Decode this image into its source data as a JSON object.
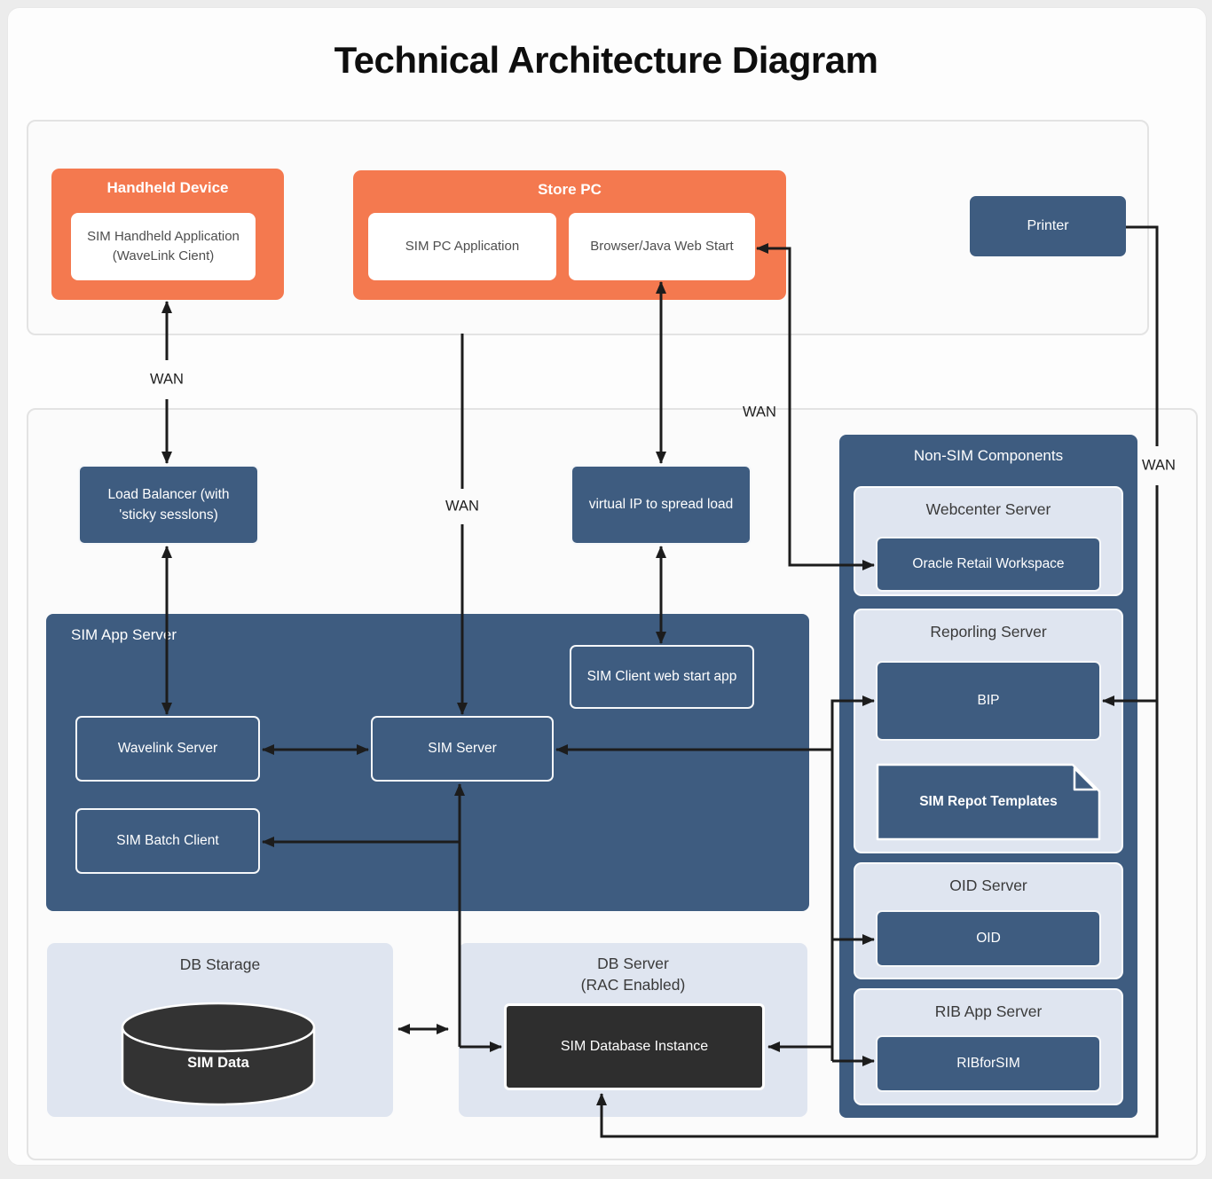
{
  "title": "Technical Architecture Diagram",
  "colors": {
    "orange": "#F4794F",
    "dark_blue": "#3E5C80",
    "light_blue": "#DFE5F0",
    "near_black": "#2E2E2E",
    "line": "#1C1C1C"
  },
  "wan": [
    "WAN",
    "WAN",
    "WAN",
    "WAN"
  ],
  "top_section": {
    "handheld": {
      "title": "Handheld Device",
      "app_line1": "SIM Handheld Application",
      "app_line2": "(WaveLink Cient)"
    },
    "store_pc": {
      "title": "Store PC",
      "apps": [
        "SIM PC Application",
        "Browser/Java Web Start"
      ]
    },
    "printer": "Printer"
  },
  "middle": {
    "load_balancer_line1": "Load Balancer (with",
    "load_balancer_line2": "'sticky sesslons)",
    "virtual_ip": "virtual IP to spread load",
    "sim_app_server": {
      "title": "SIM App Server",
      "wavelink": "Wavelink Server",
      "sim_server": "SIM Server",
      "batch": "SIM Batch Client",
      "sim_client": "SIM Client web start app"
    },
    "non_sim": {
      "title": "Non-SIM Components",
      "webcenter": {
        "title": "Webcenter Server",
        "item": "Oracle Retail Workspace"
      },
      "reporting": {
        "title": "Reporling Server",
        "bip": "BIP",
        "templates": "SIM Repot Templates"
      },
      "oid": {
        "title": "OID Server",
        "item": "OID"
      },
      "rib": {
        "title": "RIB App Server",
        "item": "RIBforSIM"
      }
    },
    "db_storage": {
      "title": "DB Starage",
      "data": "SIM Data"
    },
    "db_server": {
      "title_line1": "DB Server",
      "title_line2": "(RAC Enabled)",
      "instance": "SIM Database Instance"
    }
  }
}
